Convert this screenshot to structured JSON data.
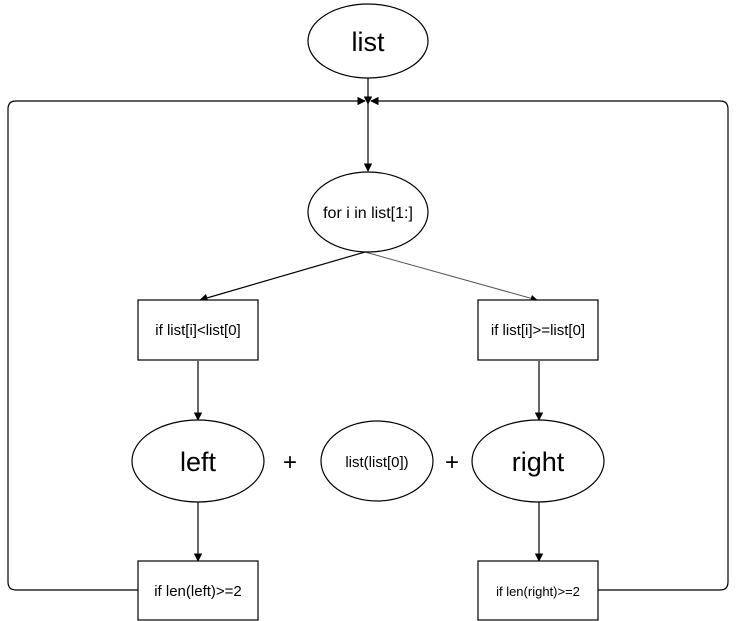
{
  "nodes": {
    "list": "list",
    "for_loop": "for i in list[1:]",
    "cond_left": "if list[i]<list[0]",
    "cond_right": "if list[i]>=list[0]",
    "left": "left",
    "pivot": "list(list[0])",
    "right": "right",
    "len_left": "if len(left)>=2",
    "len_right": "if len(right)>=2"
  },
  "operators": {
    "plus_1": "+",
    "plus_2": "+"
  },
  "colors": {
    "stroke": "#000000",
    "fill": "#ffffff",
    "faint_edge": "#555555"
  }
}
